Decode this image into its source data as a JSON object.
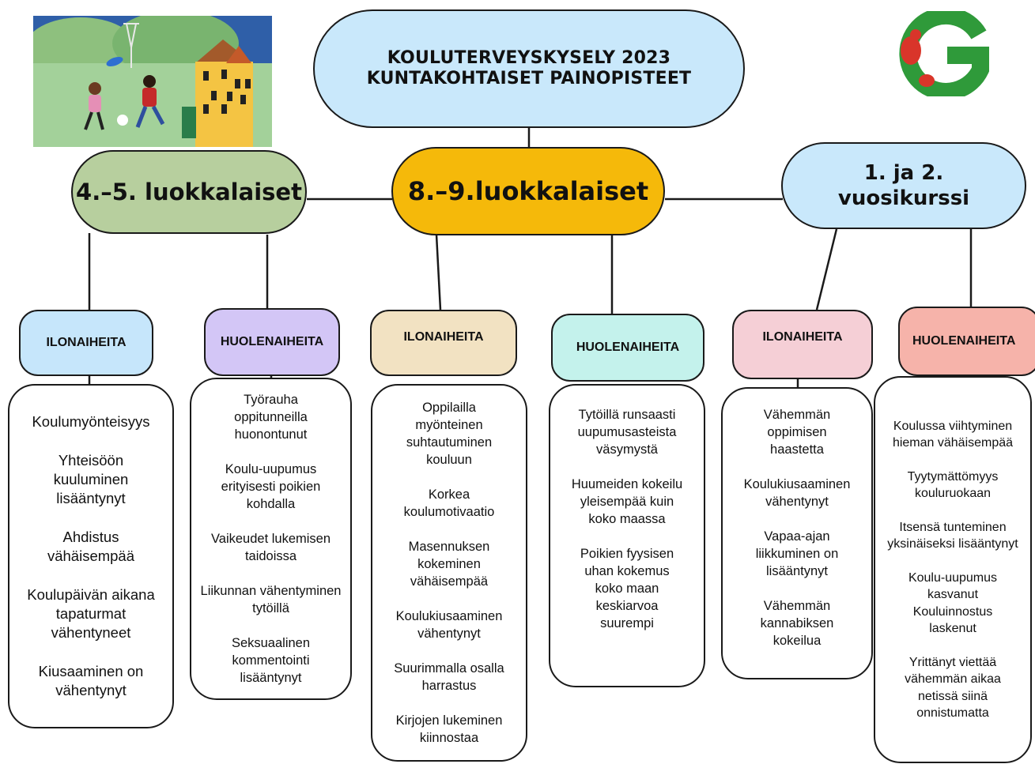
{
  "title": {
    "line1": "KOULUTERVEYSKYSELY 2023",
    "line2": "KUNTAKOHTAISET PAINOPISTEET"
  },
  "colors": {
    "title_bg": "#c9e8fb",
    "grade_4_5": "#b7cf9e",
    "grade_8_9": "#f5b90a",
    "grade_1_2": "#c9e8fb",
    "ilo_4_5": "#c6e6fb",
    "huoli_4_5": "#d3c6f6",
    "ilo_8_9": "#f2e2c2",
    "huoli_8_9": "#c4f2ec",
    "ilo_1_2": "#f5cfd6",
    "huoli_1_2": "#f6b3aa"
  },
  "icons": {
    "illustration": "children-playing-illustration",
    "logo": "green-g-squirrel-logo"
  },
  "groups": {
    "g45": {
      "label": "4.–5. luokkalaiset",
      "ilo_label": "ILONAIHEITA",
      "huoli_label": "HUOLENAIHEITA",
      "ilo_items": [
        "Koulumyönteisyys",
        "Yhteisöön kuuluminen lisääntynyt",
        "Ahdistus vähäisempää",
        "Koulupäivän aikana tapaturmat vähentyneet",
        "Kiusaaminen on vähentynyt"
      ],
      "huoli_items": [
        "Työrauha oppitunneilla huonontunut",
        "Koulu-uupumus erityisesti poikien kohdalla",
        "Vaikeudet lukemisen taidoissa",
        "Liikunnan vähentyminen tytöillä",
        "Seksuaalinen kommentointi lisääntynyt"
      ]
    },
    "g89": {
      "label": "8.–9.luokkalaiset",
      "ilo_label": "ILONAIHEITA",
      "huoli_label": "HUOLENAIHEITA",
      "ilo_items": [
        "Oppilailla myönteinen suhtautuminen kouluun",
        "Korkea koulumotivaatio",
        "Masennuksen kokeminen vähäisempää",
        "Koulukiusaaminen vähentynyt",
        "Suurimmalla osalla harrastus",
        "Kirjojen lukeminen kiinnostaa"
      ],
      "huoli_items": [
        "Tytöillä runsaasti uupumusasteista väsymystä",
        "Huumeiden kokeilu yleisempää kuin koko maassa",
        "Poikien fyysisen uhan kokemus koko maan keskiarvoa suurempi"
      ]
    },
    "g12": {
      "label_line1": "1. ja 2.",
      "label_line2": "vuosikurssi",
      "ilo_label": "ILONAIHEITA",
      "huoli_label": "HUOLENAIHEITA",
      "ilo_items": [
        "Vähemmän oppimisen haastetta",
        "Koulukiusaaminen vähentynyt",
        "Vapaa-ajan liikkuminen on lisääntynyt",
        "Vähemmän kannabiksen kokeilua"
      ],
      "huoli_items": [
        "Koulussa viihtyminen hieman vähäisempää",
        "Tyytymättömyys kouluruokaan",
        "Itsensä tunteminen yksinäiseksi lisääntynyt",
        "Koulu-uupumus kasvanut Kouluinnostus laskenut",
        "Yrittänyt viettää vähemmän aikaa netissä siinä onnistumatta"
      ]
    }
  }
}
